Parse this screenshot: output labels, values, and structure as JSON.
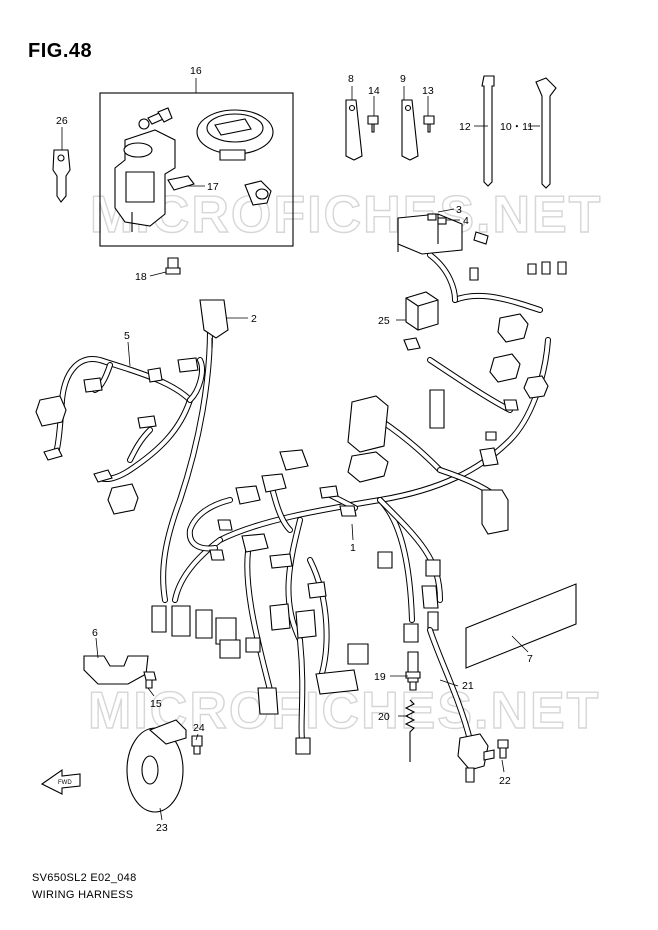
{
  "figure": {
    "title": "FIG.48",
    "footer_code": "SV650SL2 E02_048",
    "footer_name": "WIRING HARNESS",
    "watermark": "MICROFICHES.NET"
  },
  "callouts": [
    {
      "id": "c16",
      "text": "16"
    },
    {
      "id": "c8",
      "text": "8"
    },
    {
      "id": "c9",
      "text": "9"
    },
    {
      "id": "c14",
      "text": "14"
    },
    {
      "id": "c13",
      "text": "13"
    },
    {
      "id": "c12",
      "text": "12"
    },
    {
      "id": "c10_11",
      "text": "10・11"
    },
    {
      "id": "c26",
      "text": "26"
    },
    {
      "id": "c17",
      "text": "17"
    },
    {
      "id": "c3",
      "text": "3"
    },
    {
      "id": "c4",
      "text": "4"
    },
    {
      "id": "c18",
      "text": "18"
    },
    {
      "id": "c2",
      "text": "2"
    },
    {
      "id": "c25",
      "text": "25"
    },
    {
      "id": "c5",
      "text": "5"
    },
    {
      "id": "c1",
      "text": "1"
    },
    {
      "id": "c7",
      "text": "7"
    },
    {
      "id": "c6",
      "text": "6"
    },
    {
      "id": "c19",
      "text": "19"
    },
    {
      "id": "c21",
      "text": "21"
    },
    {
      "id": "c15",
      "text": "15"
    },
    {
      "id": "c20",
      "text": "20"
    },
    {
      "id": "c24",
      "text": "24"
    },
    {
      "id": "c22",
      "text": "22"
    },
    {
      "id": "c23",
      "text": "23"
    }
  ],
  "fwd_label": "FWD"
}
